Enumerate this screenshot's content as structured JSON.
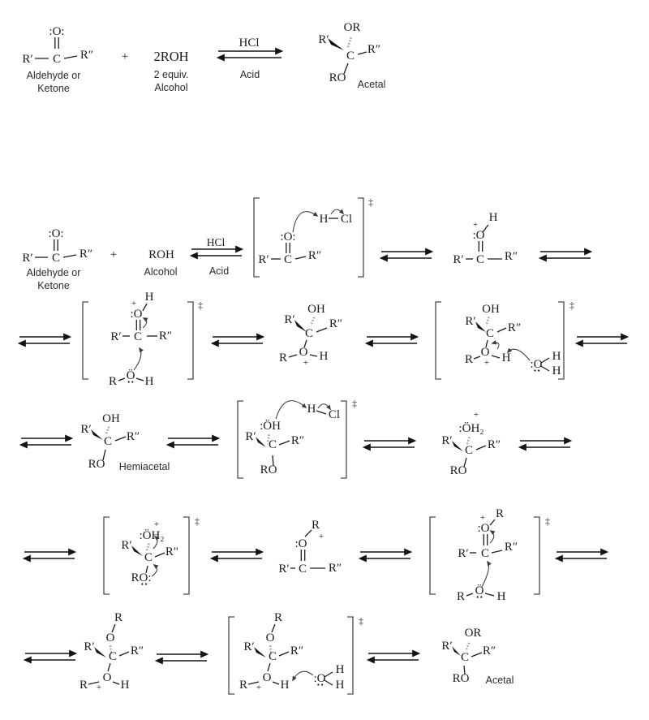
{
  "colors": {
    "ink": "#1c1c1c",
    "bracket": "#4a4a4a",
    "hash_bond": "#9a9a9a",
    "background": "#ffffff"
  },
  "sym": {
    "r_prime": "R′",
    "r_dprime": "R″",
    "r": "R",
    "c": "C",
    "o": "O",
    "h": "H",
    "cl": "Cl",
    "plus": "+",
    "double_dagger": "‡",
    "o_lp_both": ":O:",
    "o_lp_left": ":O",
    "o_dots": "Ö",
    "oh": "OH",
    "oh_lp": ":ÖH",
    "oh2_lp": ":ÖH₂",
    "or_group": "OR",
    "ro_group": "RO",
    "ro_lp": "RO:",
    "roh": "ROH",
    "two_roh": "2ROH",
    "hcl": "HCl"
  },
  "labels": {
    "aldehyde_or": "Aldehyde or",
    "ketone": "Ketone",
    "two_equiv": "2 equiv.",
    "alcohol": "Alcohol",
    "acid": "Acid",
    "hemiacetal": "Hemiacetal",
    "acetal": "Acetal"
  }
}
